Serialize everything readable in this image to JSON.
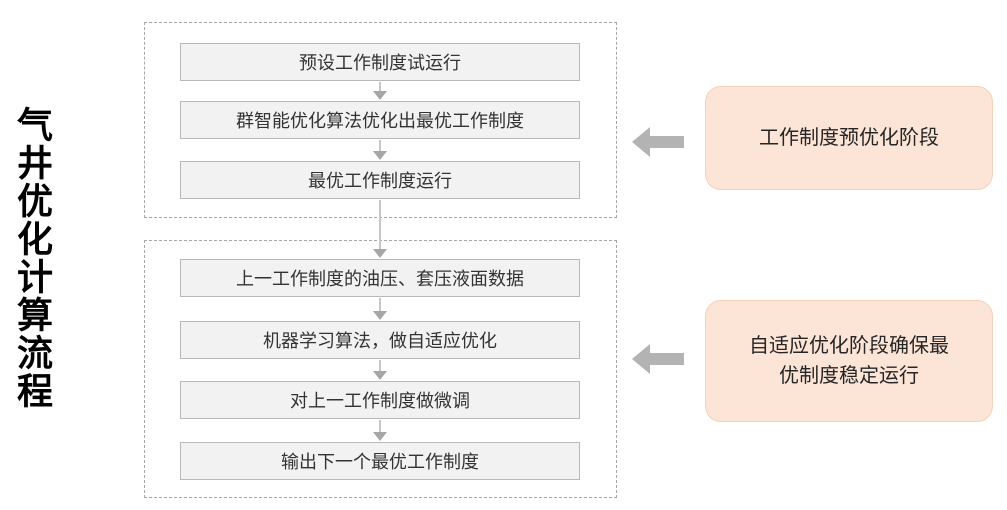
{
  "page": {
    "title": "气井优化计算流程",
    "background": "#ffffff"
  },
  "colors": {
    "step_fill": "#f2f2f2",
    "step_border": "#b9b9b9",
    "step_text": "#333333",
    "container_dash_border": "#a6a6a6",
    "connector_shaft": "#c7c7c7",
    "connector_head": "#a6a6a6",
    "block_arrow": "#b3b3b3",
    "callout_fill": "#fce4d6",
    "callout_border": "#f4d1b8",
    "callout_text": "#262626",
    "title_text": "#000000"
  },
  "flowchart": {
    "stage1": {
      "steps": [
        "预设工作制度试运行",
        "群智能优化算法优化出最优工作制度",
        "最优工作制度运行"
      ],
      "callout": {
        "label": "工作制度预优化阶段",
        "lines": [
          "工作制度预优化阶段"
        ]
      }
    },
    "stage2": {
      "steps": [
        "上一工作制度的油压、套压液面数据",
        "机器学习算法，做自适应优化",
        "对上一工作制度做微调",
        "输出下一个最优工作制度"
      ],
      "callout": {
        "label": "自适应优化阶段确保最优制度稳定运行",
        "lines": [
          "自适应优化阶段确保最",
          "优制度稳定运行"
        ]
      }
    }
  }
}
